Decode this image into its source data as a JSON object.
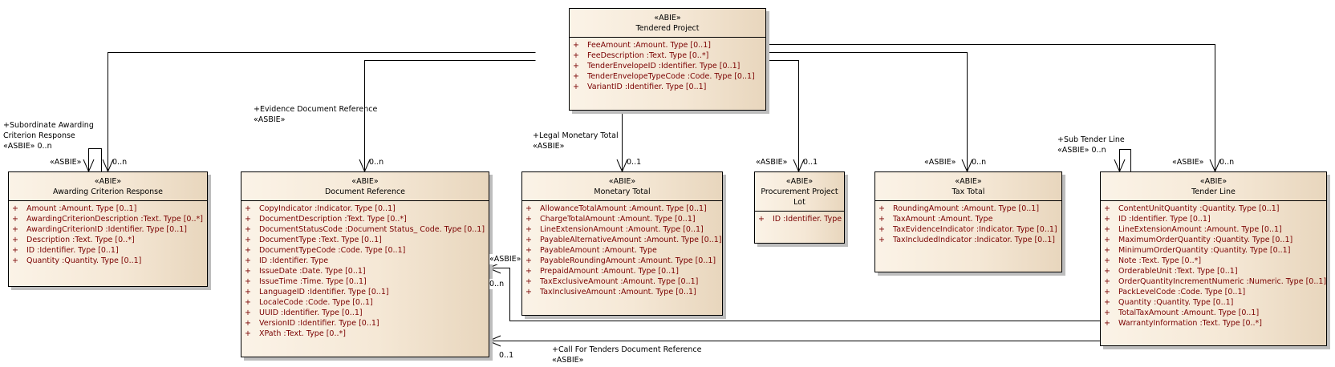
{
  "diagram_title": "Tendered Project",
  "stereotype_class": "«ABIE»",
  "classes": {
    "tendered_project": {
      "name": "Tendered Project",
      "attributes": [
        "FeeAmount  :Amount. Type [0..1]",
        "FeeDescription  :Text. Type [0..*]",
        "TenderEnvelopeID  :Identifier. Type [0..1]",
        "TenderEnvelopeTypeCode  :Code. Type [0..1]",
        "VariantID  :Identifier. Type [0..1]"
      ]
    },
    "awarding_criterion_response": {
      "name": "Awarding Criterion Response",
      "attributes": [
        "Amount  :Amount. Type [0..1]",
        "AwardingCriterionDescription  :Text. Type [0..*]",
        "AwardingCriterionID  :Identifier. Type [0..1]",
        "Description  :Text. Type [0..*]",
        "ID  :Identifier. Type [0..1]",
        "Quantity  :Quantity. Type [0..1]"
      ]
    },
    "document_reference": {
      "name": "Document Reference",
      "attributes": [
        "CopyIndicator  :Indicator. Type [0..1]",
        "DocumentDescription  :Text. Type [0..*]",
        "DocumentStatusCode  :Document Status_ Code. Type [0..1]",
        "DocumentType  :Text. Type [0..1]",
        "DocumentTypeCode  :Code. Type [0..1]",
        "ID  :Identifier. Type",
        "IssueDate  :Date. Type [0..1]",
        "IssueTime  :Time. Type [0..1]",
        "LanguageID  :Identifier. Type [0..1]",
        "LocaleCode  :Code. Type [0..1]",
        "UUID  :Identifier. Type [0..1]",
        "VersionID  :Identifier. Type [0..1]",
        "XPath  :Text. Type [0..*]"
      ]
    },
    "monetary_total": {
      "name": "Monetary Total",
      "attributes": [
        "AllowanceTotalAmount  :Amount. Type [0..1]",
        "ChargeTotalAmount  :Amount. Type [0..1]",
        "LineExtensionAmount  :Amount. Type [0..1]",
        "PayableAlternativeAmount  :Amount. Type [0..1]",
        "PayableAmount  :Amount. Type",
        "PayableRoundingAmount  :Amount. Type [0..1]",
        "PrepaidAmount  :Amount. Type [0..1]",
        "TaxExclusiveAmount  :Amount. Type [0..1]",
        "TaxInclusiveAmount  :Amount. Type [0..1]"
      ]
    },
    "procurement_project_lot": {
      "name_line1": "Procurement Project",
      "name_line2": "Lot",
      "attributes": [
        "ID  :Identifier. Type"
      ]
    },
    "tax_total": {
      "name": "Tax Total",
      "attributes": [
        "RoundingAmount  :Amount. Type [0..1]",
        "TaxAmount  :Amount. Type",
        "TaxEvidenceIndicator  :Indicator. Type [0..1]",
        "TaxIncludedIndicator  :Indicator. Type [0..1]"
      ]
    },
    "tender_line": {
      "name": "Tender Line",
      "attributes": [
        "ContentUnitQuantity  :Quantity. Type [0..1]",
        "ID  :Identifier. Type [0..1]",
        "LineExtensionAmount  :Amount. Type [0..1]",
        "MaximumOrderQuantity  :Quantity. Type [0..1]",
        "MinimumOrderQuantity  :Quantity. Type [0..1]",
        "Note  :Text. Type [0..*]",
        "OrderableUnit  :Text. Type [0..1]",
        "OrderQuantityIncrementNumeric  :Numeric. Type [0..1]",
        "PackLevelCode  :Code. Type [0..1]",
        "Quantity  :Quantity. Type [0..1]",
        "TotalTaxAmount  :Amount. Type [0..1]",
        "WarrantyInformation  :Text. Type [0..*]"
      ]
    }
  },
  "associations": {
    "subordinate_awarding": {
      "role_line1": "+Subordinate Awarding",
      "role_line2": "Criterion Response",
      "role_line3": "«ASBIE» 0..n",
      "stereotype": "«ASBIE»"
    },
    "awarding_criterion": {
      "multiplicity": "0..n"
    },
    "evidence_document": {
      "role": "+Evidence Document Reference",
      "stereotype": "«ASBIE»",
      "multiplicity": "0..n"
    },
    "legal_monetary_total": {
      "role": "+Legal Monetary Total",
      "stereotype": "«ASBIE»",
      "multiplicity": "0..1"
    },
    "procurement_project_lot": {
      "stereotype": "«ASBIE»",
      "multiplicity": "0..1"
    },
    "tax_total": {
      "stereotype": "«ASBIE»",
      "multiplicity": "0..n"
    },
    "sub_tender_line": {
      "role": "+Sub Tender Line",
      "role_line2": "«ASBIE» 0..n"
    },
    "tender_line": {
      "stereotype": "«ASBIE»",
      "multiplicity": "0..n"
    },
    "tender_line_document": {
      "stereotype": "«ASBIE»",
      "multiplicity": "0..n"
    },
    "call_for_tenders": {
      "role": "+Call For Tenders Document Reference",
      "stereotype": "«ASBIE»",
      "multiplicity": "0..1"
    }
  }
}
